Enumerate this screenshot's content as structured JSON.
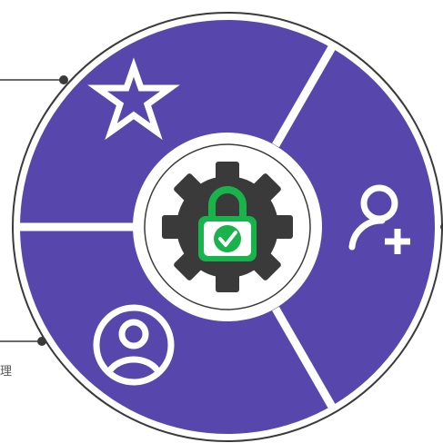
{
  "colors": {
    "segment_fill": "#5747ad",
    "segment_gap": "#ffffff",
    "outer_ring": "#3a3a3a",
    "connector": "#3a3a3a",
    "hub_ring": "#3a3a3a",
    "gear": "#3b3a3b",
    "lock_green": "#18b34b",
    "icon_white": "#ffffff"
  },
  "segments": [
    {
      "id": "segment-top-left",
      "icon": "star-icon"
    },
    {
      "id": "segment-right",
      "icon": "add-user-icon"
    },
    {
      "id": "segment-bottom-left",
      "icon": "user-profile-icon"
    }
  ],
  "hub": {
    "icon": "gear-lock-check-icon"
  },
  "side_labels": {
    "bottom_left_fragment": "理"
  }
}
